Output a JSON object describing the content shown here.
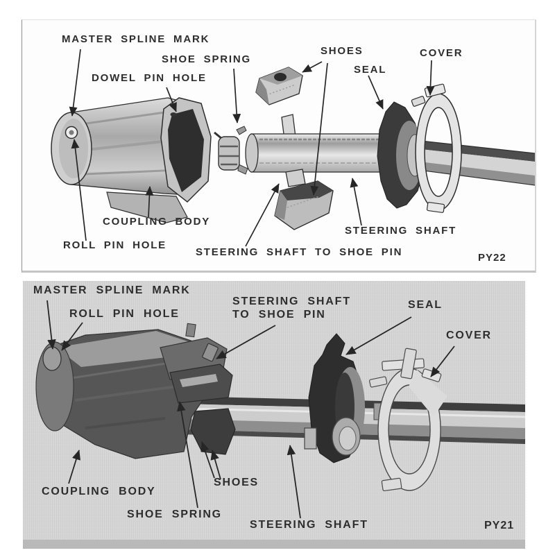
{
  "panels": [
    {
      "figure_code": "PY22",
      "labels": {
        "master_spline_mark": "MASTER SPLINE MARK",
        "shoe_spring": "SHOE SPRING",
        "dowel_pin_hole": "DOWEL PIN HOLE",
        "shoes": "SHOES",
        "seal": "SEAL",
        "cover": "COVER",
        "coupling_body": "COUPLING BODY",
        "roll_pin_hole": "ROLL PIN HOLE",
        "steering_shaft": "STEERING SHAFT",
        "steering_shaft_to_shoe_pin": "STEERING SHAFT TO SHOE PIN"
      }
    },
    {
      "figure_code": "PY21",
      "labels": {
        "master_spline_mark": "MASTER SPLINE MARK",
        "roll_pin_hole": "ROLL PIN HOLE",
        "steering_shaft_to_shoe_pin_line1": "STEERING SHAFT",
        "steering_shaft_to_shoe_pin_line2": "TO SHOE PIN",
        "seal": "SEAL",
        "cover": "COVER",
        "coupling_body": "COUPLING BODY",
        "shoes": "SHOES",
        "shoe_spring": "SHOE SPRING",
        "steering_shaft": "STEERING SHAFT"
      }
    }
  ]
}
